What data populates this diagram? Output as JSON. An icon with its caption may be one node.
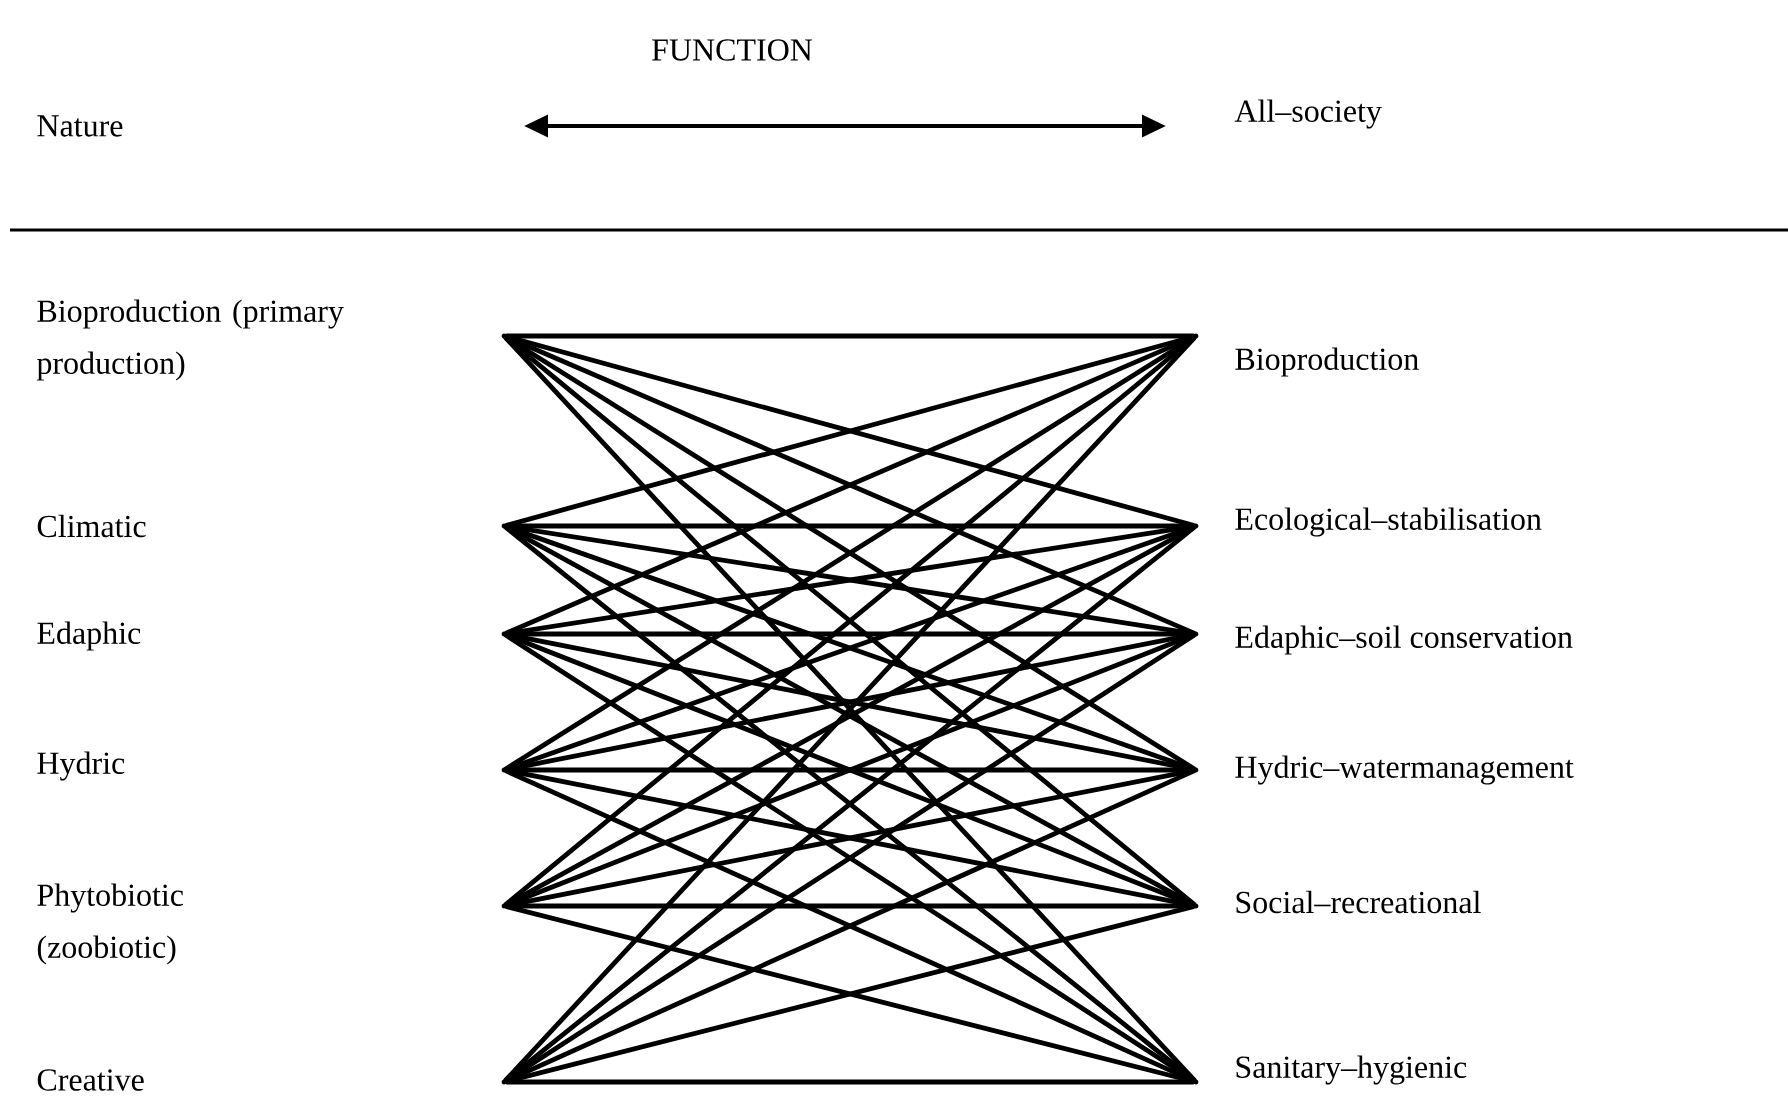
{
  "diagram": {
    "nodes": [
      {
        "text": [],
        "shape": "circle"
      },
      {
        "text": [],
        "shape": "circle"
      },
      {
        "text": [],
        "shape": "circle"
      },
      {
        "text": [],
        "shape": "circle"
      },
      {
        "text": [],
        "shape": "circle"
      },
      {
        "text": [],
        "shape": "circle"
      },
      {
        "text": [],
        "shape": "circle",
        "beside": [
          "Bioproduction"
        ]
      },
      {
        "text": [],
        "shape": "circle",
        "beside": [
          "Ecological–stabilisation"
        ]
      },
      {
        "text": [],
        "shape": "circle",
        "beside": [
          "Edaphic–soil conservation"
        ]
      },
      {
        "text": [],
        "shape": "circle",
        "beside": [
          "Hydric–watermanagement"
        ]
      },
      {
        "text": [],
        "shape": "circle",
        "beside": [
          "Social–recreational"
        ]
      },
      {
        "text": [],
        "shape": "circle",
        "beside": [
          "Sanitary–hygienic"
        ]
      }
    ],
    "edges": [
      {
        "from": 0,
        "to": 6,
        "arrow": "none"
      },
      {
        "from": 0,
        "to": 7,
        "arrow": "none"
      },
      {
        "from": 0,
        "to": 8,
        "arrow": "none"
      },
      {
        "from": 0,
        "to": 9,
        "arrow": "none"
      },
      {
        "from": 0,
        "to": 10,
        "arrow": "none"
      },
      {
        "from": 0,
        "to": 11,
        "arrow": "none"
      },
      {
        "from": 1,
        "to": 6,
        "arrow": "none"
      },
      {
        "from": 1,
        "to": 7,
        "arrow": "none"
      },
      {
        "from": 1,
        "to": 8,
        "arrow": "none"
      },
      {
        "from": 1,
        "to": 9,
        "arrow": "none"
      },
      {
        "from": 1,
        "to": 10,
        "arrow": "none"
      },
      {
        "from": 1,
        "to": 11,
        "arrow": "none"
      },
      {
        "from": 2,
        "to": 6,
        "arrow": "none"
      },
      {
        "from": 2,
        "to": 7,
        "arrow": "none"
      },
      {
        "from": 2,
        "to": 8,
        "arrow": "none"
      },
      {
        "from": 2,
        "to": 9,
        "arrow": "none"
      },
      {
        "from": 2,
        "to": 10,
        "arrow": "none"
      },
      {
        "from": 2,
        "to": 11,
        "arrow": "none"
      },
      {
        "from": 3,
        "to": 6,
        "arrow": "none"
      },
      {
        "from": 3,
        "to": 7,
        "arrow": "none"
      },
      {
        "from": 3,
        "to": 8,
        "arrow": "none"
      },
      {
        "from": 3,
        "to": 9,
        "arrow": "none"
      },
      {
        "from": 3,
        "to": 10,
        "arrow": "none"
      },
      {
        "from": 3,
        "to": 11,
        "arrow": "none"
      },
      {
        "from": 4,
        "to": 6,
        "arrow": "none"
      },
      {
        "from": 4,
        "to": 7,
        "arrow": "none"
      },
      {
        "from": 4,
        "to": 8,
        "arrow": "none"
      },
      {
        "from": 4,
        "to": 9,
        "arrow": "none"
      },
      {
        "from": 4,
        "to": 10,
        "arrow": "none"
      },
      {
        "from": 4,
        "to": 11,
        "arrow": "none"
      },
      {
        "from": 5,
        "to": 6,
        "arrow": "none"
      },
      {
        "from": 5,
        "to": 7,
        "arrow": "none"
      },
      {
        "from": 5,
        "to": 8,
        "arrow": "none"
      },
      {
        "from": 5,
        "to": 9,
        "arrow": "none"
      },
      {
        "from": 5,
        "to": 10,
        "arrow": "none"
      },
      {
        "from": 5,
        "to": 11,
        "arrow": "none"
      }
    ],
    "labels": [
      "FUNCTION",
      "Nature",
      "All–society",
      "Bioproduction (primary production)",
      "Climatic",
      "Edaphic",
      "Hydric",
      "Phytobiotic (zoobiotic)",
      "Creative"
    ]
  }
}
